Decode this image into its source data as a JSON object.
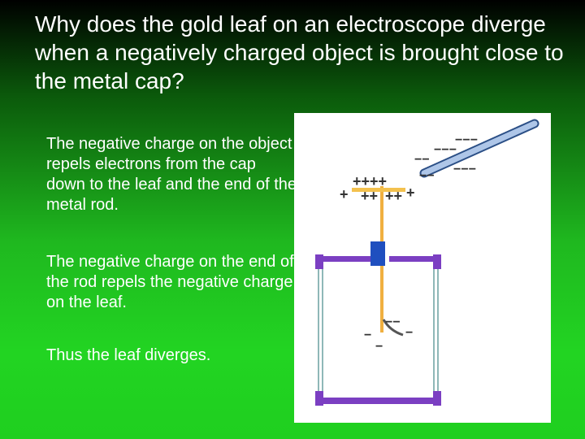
{
  "slide": {
    "title": "Why does the gold leaf on an electroscope diverge when a negatively charged object is brought close to the metal cap?",
    "paragraphs": [
      "The negative charge on the object repels electrons from the cap down to the leaf and the end of the metal rod.",
      "The negative charge on the end of the rod repels the negative charge on the leaf.",
      "Thus the leaf diverges."
    ]
  },
  "diagram": {
    "rod_color": "#aec6e8",
    "rod_outline": "#2b4f86",
    "box_color": "#7b3fc2",
    "wall_color": "#8fb8b8",
    "stem_color": "#f0b040",
    "cap_color": "#f3c14e",
    "insulator_color": "#1f4fbf",
    "leaf_color": "#555555",
    "charge_color": "#333333"
  }
}
